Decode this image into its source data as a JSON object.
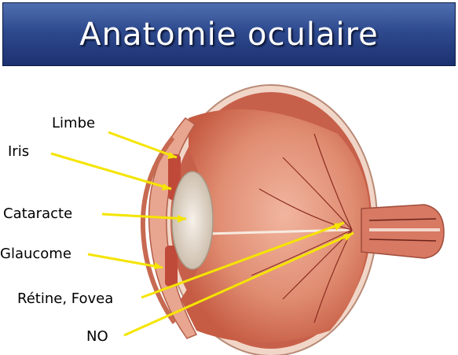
{
  "title": "Anatomie oculaire",
  "labels": {
    "limbe": "Limbe",
    "iris": "Iris",
    "cataracte": "Cataracte",
    "glaucome": "Glaucome",
    "retine_fovea": "Rétine, Fovea",
    "no": "NO"
  },
  "colors": {
    "title_bar": "#2e4a8e",
    "title_text": "#ffffff",
    "pointer_lines": "#f5e400",
    "tissue": "#d9735c",
    "sclera": "#f1d6c8"
  }
}
